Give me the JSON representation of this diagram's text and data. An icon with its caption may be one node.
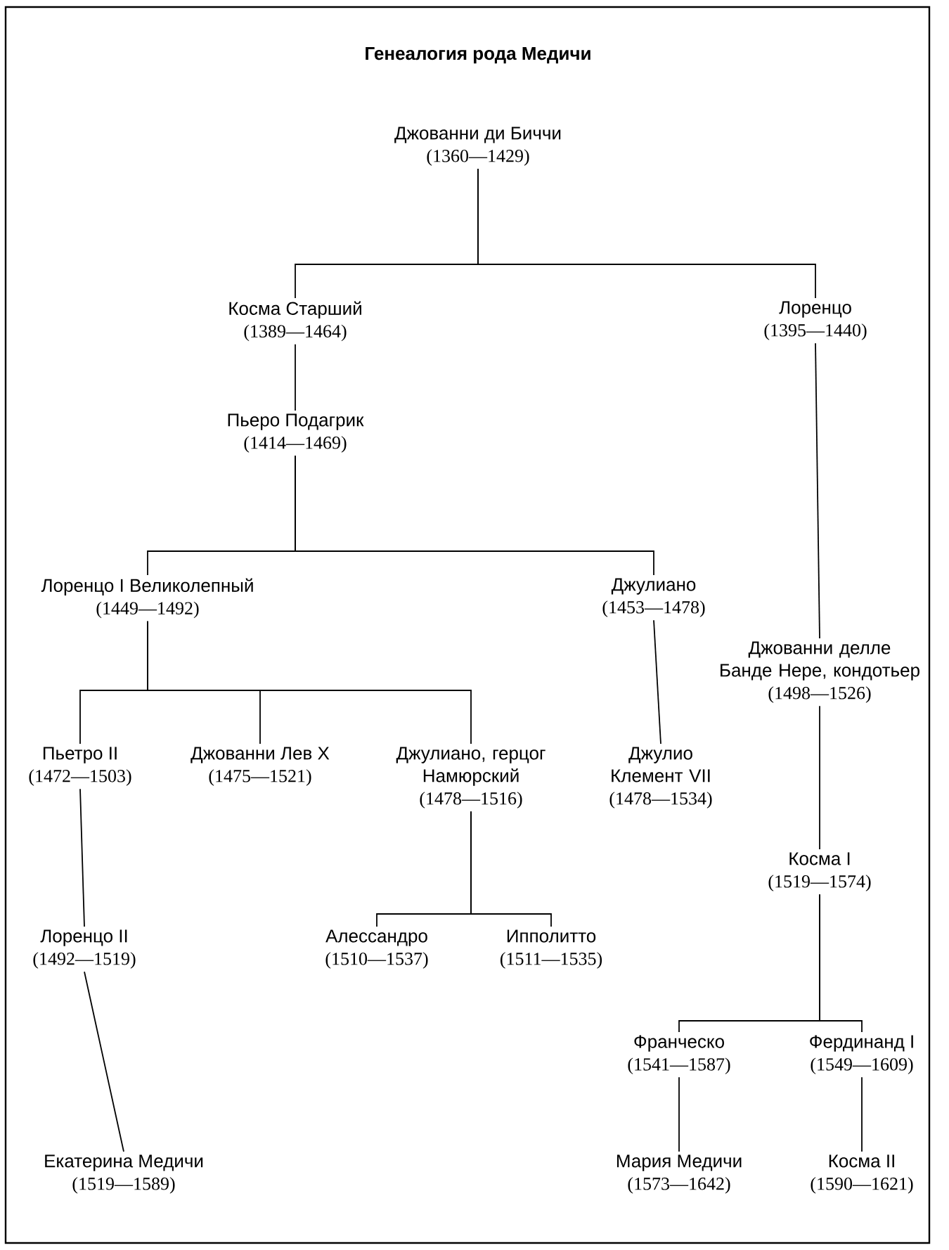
{
  "diagram": {
    "title": "Генеалогия рода Медичи",
    "nodes": [
      {
        "text": [
          "Джованни ди Биччи",
          "(1360—1429)"
        ]
      },
      {
        "text": [
          "Косма Старший",
          "(1389—1464)"
        ]
      },
      {
        "text": [
          "Лоренцо",
          "(1395—1440)"
        ]
      },
      {
        "text": [
          "Пьеро Подагрик",
          "(1414—1469)"
        ]
      },
      {
        "text": [
          "Лоренцо I Великолепный",
          "(1449—1492)"
        ]
      },
      {
        "text": [
          "Джулиано",
          "(1453—1478)"
        ]
      },
      {
        "text": [
          "Джованни делле Банде Нере, кондотьер",
          "(1498—1526)"
        ]
      },
      {
        "text": [
          "Пьетро II",
          "(1472—1503)"
        ]
      },
      {
        "text": [
          "Джованни Лев X",
          "(1475—1521)"
        ]
      },
      {
        "text": [
          "Джулиано, герцог Намюрский",
          "(1478—1516)"
        ]
      },
      {
        "text": [
          "Джулио Клемент VII",
          "(1478—1534)"
        ]
      },
      {
        "text": [
          "Лоренцо II",
          "(1492—1519)"
        ]
      },
      {
        "text": [
          "Алессандро",
          "(1510—1537)"
        ]
      },
      {
        "text": [
          "Ипполитто",
          "(1511—1535)"
        ]
      },
      {
        "text": [
          "Косма I",
          "(1519—1574)"
        ]
      },
      {
        "text": [
          "Франческо",
          "(1541—1587)"
        ]
      },
      {
        "text": [
          "Фердинанд I",
          "(1549—1609)"
        ]
      },
      {
        "text": [
          "Екатерина Медичи",
          "(1519—1589)"
        ]
      },
      {
        "text": [
          "Мария Медичи",
          "(1573—1642)"
        ]
      },
      {
        "text": [
          "Косма II",
          "(1590—1621)"
        ]
      }
    ],
    "edges": [
      {
        "from": 0,
        "to": 1,
        "arrow": "none"
      },
      {
        "from": 0,
        "to": 2,
        "arrow": "none"
      },
      {
        "from": 1,
        "to": 3,
        "arrow": "none"
      },
      {
        "from": 3,
        "to": 4,
        "arrow": "none"
      },
      {
        "from": 3,
        "to": 5,
        "arrow": "none"
      },
      {
        "from": 2,
        "to": 6,
        "arrow": "none"
      },
      {
        "from": 4,
        "to": 7,
        "arrow": "none"
      },
      {
        "from": 4,
        "to": 8,
        "arrow": "none"
      },
      {
        "from": 4,
        "to": 9,
        "arrow": "none"
      },
      {
        "from": 5,
        "to": 10,
        "arrow": "none"
      },
      {
        "from": 7,
        "to": 11,
        "arrow": "none"
      },
      {
        "from": 9,
        "to": 12,
        "arrow": "none"
      },
      {
        "from": 9,
        "to": 13,
        "arrow": "none"
      },
      {
        "from": 6,
        "to": 14,
        "arrow": "none"
      },
      {
        "from": 14,
        "to": 15,
        "arrow": "none"
      },
      {
        "from": 14,
        "to": 16,
        "arrow": "none"
      },
      {
        "from": 11,
        "to": 17,
        "arrow": "none"
      },
      {
        "from": 15,
        "to": 18,
        "arrow": "none"
      },
      {
        "from": 16,
        "to": 19,
        "arrow": "none"
      }
    ]
  }
}
